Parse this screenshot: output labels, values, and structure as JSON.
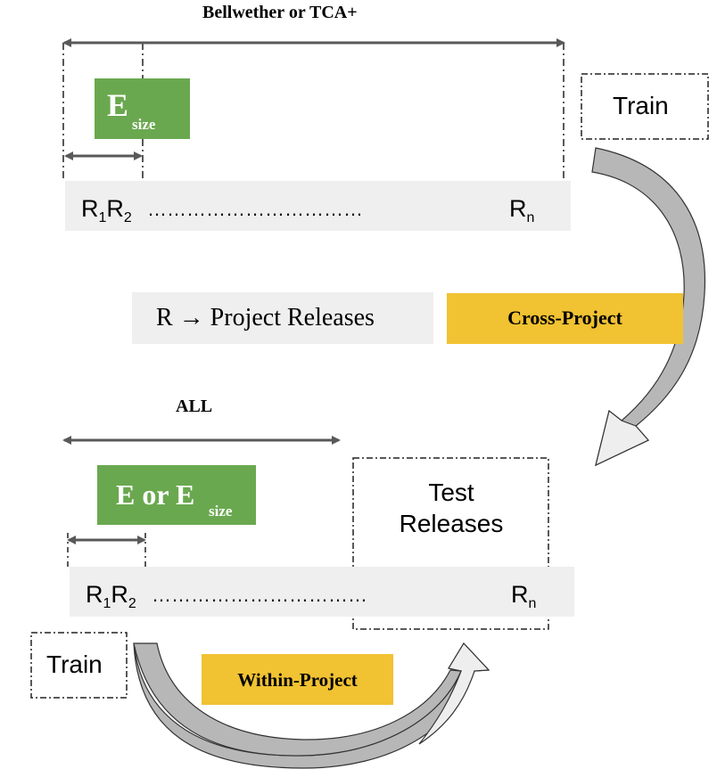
{
  "titles": {
    "top": "Bellwether or TCA+",
    "bottom": "ALL"
  },
  "top_section": {
    "size_box_main": "E",
    "size_box_sub": "size",
    "train_label": "Train",
    "releases": {
      "r1_base": "R",
      "r1_sub": "1",
      "r2_base": "R",
      "r2_sub": "2",
      "dots": "……………………………",
      "rn_base": "R",
      "rn_sub": "n"
    }
  },
  "legend": {
    "text": "R → Project Releases"
  },
  "tags": {
    "cross": "Cross-Project",
    "within": "Within-Project"
  },
  "bottom_section": {
    "size_box_main": "E or E",
    "size_box_sub": "size",
    "train_label": "Train",
    "test_line1": "Test",
    "test_line2": "Releases",
    "releases": {
      "r1_base": "R",
      "r1_sub": "1",
      "r2_base": "R",
      "r2_sub": "2",
      "dots": "……………………………",
      "rn_base": "R",
      "rn_sub": "n"
    }
  },
  "colors": {
    "green": "#6aa84f",
    "yellow": "#f1c232",
    "bar_gray": "#efefef",
    "arrow_gray": "#b7b7b7",
    "arrow_light": "#eeeeee",
    "line_dark": "#595959"
  }
}
